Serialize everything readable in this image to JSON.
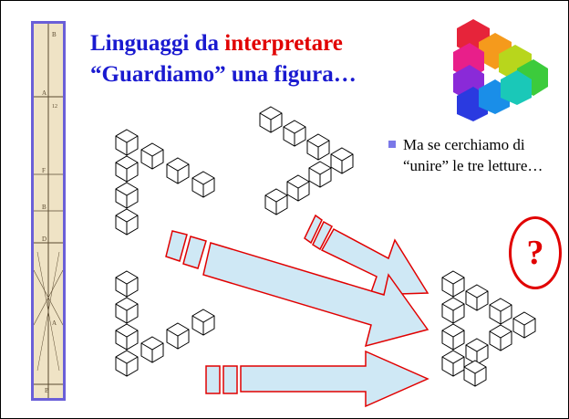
{
  "title": {
    "line1_prefix": "Linguaggi da ",
    "line1_highlight": "interpretare",
    "line2": "“Guardiamo” una figura…"
  },
  "bullet": {
    "text": "Ma se cerchiamo di “unire” le tre letture…"
  },
  "question_mark": "?",
  "strip_marks": [
    "B",
    "A",
    "12",
    "F",
    "B",
    "D",
    "A",
    "B"
  ],
  "colors": {
    "title_blue": "#1a1ad0",
    "highlight_red": "#e10000",
    "arrow_fill": "#cfe8f5",
    "arrow_stroke": "#e10000",
    "strip_border": "#6a5fd8"
  }
}
